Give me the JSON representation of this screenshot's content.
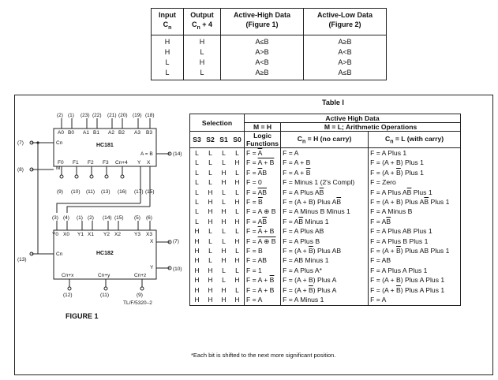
{
  "top_table": {
    "headers": [
      {
        "line1": "Input",
        "line2": "C",
        "sub": "n",
        "suffix": ""
      },
      {
        "line1": "Output",
        "line2": "C",
        "sub": "n",
        "suffix": " + 4"
      },
      {
        "line1": "Active-High Data",
        "line2": "(Figure 1)",
        "sub": "",
        "suffix": ""
      },
      {
        "line1": "Active-Low Data",
        "line2": "(Figure 2)",
        "sub": "",
        "suffix": ""
      }
    ],
    "rows": [
      [
        "H",
        "H",
        "A≤B",
        "A≥B"
      ],
      [
        "H",
        "L",
        "A>B",
        "A<B"
      ],
      [
        "L",
        "H",
        "A<B",
        "A>B"
      ],
      [
        "L",
        "L",
        "A≥B",
        "A≤B"
      ]
    ]
  },
  "table_title": "Table I",
  "main_table": {
    "selection_header": "Selection",
    "active_high_header": "Active High Data",
    "mh_header": "M = H",
    "ml_header": "M = L; Arithmetic Operations",
    "logic_header_1": "Logic",
    "logic_header_2": "Functions",
    "select_cols": [
      "S3",
      "S2",
      "S1",
      "S0"
    ],
    "no_carry_header": "C",
    "no_carry_sub": "n",
    "no_carry_suffix": " = H (no carry)",
    "with_carry_header": "C",
    "with_carry_sub": "n",
    "with_carry_suffix": " = L (with carry)",
    "rows": [
      {
        "s": [
          "L",
          "L",
          "L",
          "L"
        ],
        "logic": [
          [
            "F = ",
            0
          ],
          [
            "A",
            1
          ]
        ],
        "nc": [
          [
            "F = A",
            0
          ]
        ],
        "wc": [
          [
            "F = A Plus 1",
            0
          ]
        ]
      },
      {
        "s": [
          "L",
          "L",
          "L",
          "H"
        ],
        "logic": [
          [
            "F = ",
            0
          ],
          [
            "A + B",
            1
          ]
        ],
        "nc": [
          [
            "F = A + B",
            0
          ]
        ],
        "wc": [
          [
            "F = (A + B) Plus 1",
            0
          ]
        ]
      },
      {
        "s": [
          "L",
          "L",
          "H",
          "L"
        ],
        "logic": [
          [
            "F = ",
            0
          ],
          [
            "A",
            1
          ],
          [
            "B",
            0
          ]
        ],
        "nc": [
          [
            "F = A + ",
            0
          ],
          [
            "B",
            1
          ]
        ],
        "wc": [
          [
            "F = (A + ",
            0
          ],
          [
            "B",
            1
          ],
          [
            ") Plus 1",
            0
          ]
        ]
      },
      {
        "s": [
          "L",
          "L",
          "H",
          "H"
        ],
        "logic": [
          [
            "F = 0",
            0
          ]
        ],
        "nc": [
          [
            "F = Minus 1 (2's Compl)",
            0
          ]
        ],
        "wc": [
          [
            "F = Zero",
            0
          ]
        ]
      },
      {
        "s": [
          "L",
          "H",
          "L",
          "L"
        ],
        "logic": [
          [
            "F = ",
            0
          ],
          [
            "AB",
            1
          ]
        ],
        "nc": [
          [
            "F = A Plus A",
            0
          ],
          [
            "B",
            1
          ]
        ],
        "wc": [
          [
            "F = A Plus A",
            0
          ],
          [
            "B",
            1
          ],
          [
            " Plus 1",
            0
          ]
        ]
      },
      {
        "s": [
          "L",
          "H",
          "L",
          "H"
        ],
        "logic": [
          [
            "F = ",
            0
          ],
          [
            "B",
            1
          ]
        ],
        "nc": [
          [
            "F = (A + B) Plus A",
            0
          ],
          [
            "B",
            1
          ]
        ],
        "wc": [
          [
            "F = (A + B) Plus A",
            0
          ],
          [
            "B",
            1
          ],
          [
            " Plus 1",
            0
          ]
        ]
      },
      {
        "s": [
          "L",
          "H",
          "H",
          "L"
        ],
        "logic": [
          [
            "F = A ⊕ B",
            0
          ]
        ],
        "nc": [
          [
            "F = A Minus B Minus 1",
            0
          ]
        ],
        "wc": [
          [
            "F = A Minus B",
            0
          ]
        ]
      },
      {
        "s": [
          "L",
          "H",
          "H",
          "H"
        ],
        "logic": [
          [
            "F = A",
            0
          ],
          [
            "B",
            1
          ]
        ],
        "nc": [
          [
            "F = A",
            0
          ],
          [
            "B",
            1
          ],
          [
            " Minus 1",
            0
          ]
        ],
        "wc": [
          [
            "F = A",
            0
          ],
          [
            "B",
            1
          ]
        ]
      },
      {
        "s": [
          "H",
          "L",
          "L",
          "L"
        ],
        "logic": [
          [
            "F = ",
            0
          ],
          [
            "A",
            1
          ],
          [
            " + B",
            0
          ]
        ],
        "nc": [
          [
            "F = A Plus AB",
            0
          ]
        ],
        "wc": [
          [
            "F = A Plus AB Plus 1",
            0
          ]
        ]
      },
      {
        "s": [
          "H",
          "L",
          "L",
          "H"
        ],
        "logic": [
          [
            "F = ",
            0
          ],
          [
            "A ⊕ B",
            1
          ]
        ],
        "nc": [
          [
            "F = A Plus B",
            0
          ]
        ],
        "wc": [
          [
            "F = A Plus B Plus 1",
            0
          ]
        ]
      },
      {
        "s": [
          "H",
          "L",
          "H",
          "L"
        ],
        "logic": [
          [
            "F = B",
            0
          ]
        ],
        "nc": [
          [
            "F = (A + ",
            0
          ],
          [
            "B",
            1
          ],
          [
            ") Plus AB",
            0
          ]
        ],
        "wc": [
          [
            "F = (A + ",
            0
          ],
          [
            "B",
            1
          ],
          [
            ") Plus AB Plus 1",
            0
          ]
        ]
      },
      {
        "s": [
          "H",
          "L",
          "H",
          "H"
        ],
        "logic": [
          [
            "F = AB",
            0
          ]
        ],
        "nc": [
          [
            "F = AB Minus 1",
            0
          ]
        ],
        "wc": [
          [
            "F = AB",
            0
          ]
        ]
      },
      {
        "s": [
          "H",
          "H",
          "L",
          "L"
        ],
        "logic": [
          [
            "F = 1",
            0
          ]
        ],
        "nc": [
          [
            "F = A Plus A*",
            0
          ]
        ],
        "wc": [
          [
            "F = A Plus A Plus 1",
            0
          ]
        ]
      },
      {
        "s": [
          "H",
          "H",
          "L",
          "H"
        ],
        "logic": [
          [
            "F = A + ",
            0
          ],
          [
            "B",
            1
          ]
        ],
        "nc": [
          [
            "F = (A + B) Plus A",
            0
          ]
        ],
        "wc": [
          [
            "F = (A + B) Plus A Plus 1",
            0
          ]
        ]
      },
      {
        "s": [
          "H",
          "H",
          "H",
          "L"
        ],
        "logic": [
          [
            "F = A + B",
            0
          ]
        ],
        "nc": [
          [
            "F = (A + ",
            0
          ],
          [
            "B",
            1
          ],
          [
            ") Plus A",
            0
          ]
        ],
        "wc": [
          [
            "F = (A + ",
            0
          ],
          [
            "B",
            1
          ],
          [
            ") Plus A Plus 1",
            0
          ]
        ]
      },
      {
        "s": [
          "H",
          "H",
          "H",
          "H"
        ],
        "logic": [
          [
            "F = A",
            0
          ]
        ],
        "nc": [
          [
            "F = A Minus 1",
            0
          ]
        ],
        "wc": [
          [
            "F = A",
            0
          ]
        ]
      }
    ]
  },
  "footnote": "*Each bit is shifted to the next more significant position.",
  "figure": {
    "label": "FIGURE 1",
    "code": "TL/F/5320–2",
    "chip1_name": "HC181",
    "chip2_name": "HC182",
    "chip1_top_pins": [
      "(2)",
      "(1)",
      "(23)",
      "(22)",
      "(21)",
      "(20)",
      "(19)",
      "(18)"
    ],
    "chip1_top_names": [
      "A0",
      "B0",
      "A1",
      "B1",
      "A2",
      "B2",
      "A3",
      "B3"
    ],
    "chip1_bottom_names": [
      "F0",
      "F1",
      "F2",
      "F3",
      "Cn+4",
      "Y",
      "X"
    ],
    "chip1_bottom_pins": [
      "(9)",
      "(10)",
      "(11)",
      "(13)",
      "(16)",
      "(17)",
      "(15)"
    ],
    "chip1_cn": "Cn",
    "chip1_m": "M",
    "chip1_aeqb": "A = B",
    "pin_7": "(7)",
    "pin_8": "(8)",
    "pin_14": "(14)",
    "chip2_top_pins": [
      "(3)",
      "(4)",
      "(1)",
      "(2)",
      "(14)",
      "(15)",
      "(5)",
      "(6)"
    ],
    "chip2_top_names": [
      "Y0",
      "X0",
      "Y1",
      "X1",
      "Y2",
      "X2",
      "Y3",
      "X3"
    ],
    "chip2_cn": "Cn",
    "pin_13": "(13)",
    "chip2_x": "X",
    "chip2_y": "Y",
    "pin_7b": "(7)",
    "pin_10": "(10)",
    "chip2_bottom_names": [
      "Cn+x",
      "Cn+y",
      "Cn+z"
    ],
    "chip2_bottom_pins": [
      "(12)",
      "(11)",
      "(9)"
    ]
  }
}
